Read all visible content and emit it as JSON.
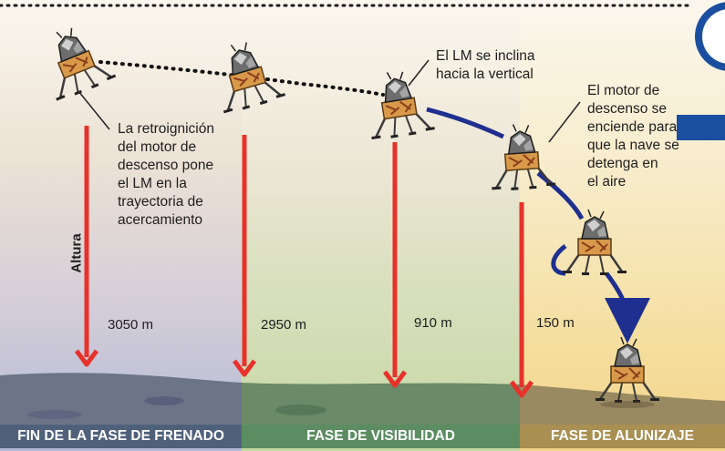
{
  "captions": {
    "retro": "La retroignición\ndel motor de\ndescenso pone\nel LM en la\ntrayectoria de\nacercamiento",
    "incline": "El LM se inclina\nhacia la vertical",
    "motor": "El motor de\ndescenso se\nenciende para\nque la nave se\ndetenga en\nel aire"
  },
  "axis_label": "Altura",
  "heights": [
    "3050 m",
    "2950 m",
    "910 m",
    "150 m"
  ],
  "phases": [
    "FIN DE LA FASE DE FRENADO",
    "FASE DE VISIBILIDAD",
    "FASE DE ALUNIZAJE"
  ],
  "colors": {
    "arrow_red": "#e8312a",
    "trajectory_blue": "#1f2f8f",
    "lander_body": "#d89a4a",
    "lander_dark": "#3b3b3b"
  }
}
